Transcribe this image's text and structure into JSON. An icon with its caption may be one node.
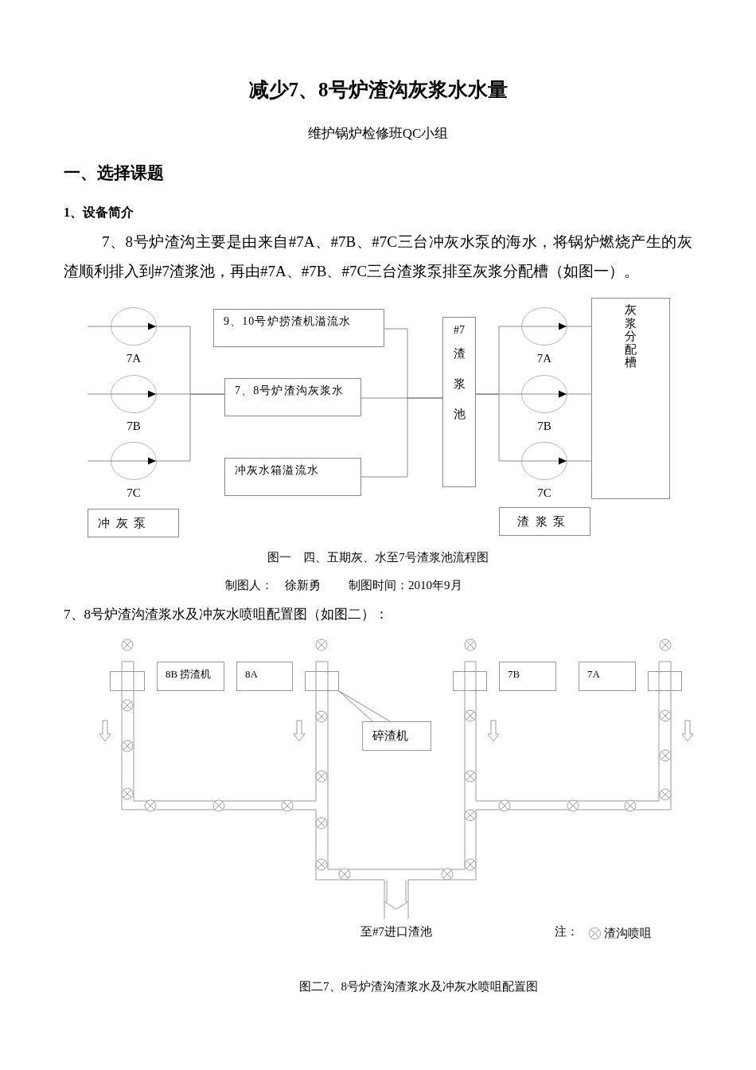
{
  "diagram": {
    "title": "减少7、8号炉渣沟灰浆水水量",
    "nodes": [
      {
        "text": [],
        "shape": "circle",
        "beside": [
          "7A"
        ]
      },
      {
        "text": [],
        "shape": "circle",
        "beside": [
          "7B"
        ]
      },
      {
        "text": [],
        "shape": "circle",
        "beside": [
          "7C"
        ]
      },
      {
        "text": [
          "冲灰泵"
        ]
      },
      {
        "text": [
          "9、10号炉捞渣机溢流水"
        ]
      },
      {
        "text": [
          "7、8号炉渣沟灰浆水"
        ]
      },
      {
        "text": [
          "冲灰水箱溢流水"
        ]
      },
      {
        "text": [
          "#7",
          "渣浆池"
        ]
      },
      {
        "text": [],
        "shape": "circle",
        "beside": [
          "7A"
        ]
      },
      {
        "text": [],
        "shape": "circle",
        "beside": [
          "7B"
        ]
      },
      {
        "text": [],
        "shape": "circle",
        "beside": [
          "7C"
        ]
      },
      {
        "text": [
          "渣浆泵"
        ]
      },
      {
        "text": [
          "灰浆分配槽"
        ]
      },
      {
        "text": [],
        "shape": "box"
      },
      {
        "text": [
          "8B 捞渣机"
        ]
      },
      {
        "text": [
          "8A"
        ]
      },
      {
        "text": [],
        "shape": "box"
      },
      {
        "text": [],
        "shape": "box"
      },
      {
        "text": [
          "7B"
        ]
      },
      {
        "text": [
          "7A"
        ]
      },
      {
        "text": [],
        "shape": "box"
      },
      {
        "text": [
          "碎渣机"
        ]
      }
    ],
    "edges": [
      {
        "from": null,
        "to": 0,
        "arrow": "none"
      },
      {
        "from": null,
        "to": 1,
        "arrow": "none"
      },
      {
        "from": null,
        "to": 2,
        "arrow": "none"
      },
      {
        "from": 0,
        "to": 5,
        "arrow": "none"
      },
      {
        "from": 1,
        "to": 5,
        "arrow": "none"
      },
      {
        "from": 2,
        "to": 5,
        "arrow": "none"
      },
      {
        "from": 4,
        "to": 7,
        "arrow": "none"
      },
      {
        "from": 5,
        "to": 7,
        "arrow": "none"
      },
      {
        "from": 6,
        "to": 7,
        "arrow": "none"
      },
      {
        "from": 7,
        "to": 8,
        "arrow": "none"
      },
      {
        "from": 7,
        "to": 9,
        "arrow": "none"
      },
      {
        "from": 7,
        "to": 10,
        "arrow": "none"
      },
      {
        "from": 8,
        "to": 12,
        "arrow": "none"
      },
      {
        "from": 9,
        "to": 12,
        "arrow": "none"
      },
      {
        "from": 10,
        "to": 12,
        "arrow": "none"
      },
      {
        "from": 21,
        "to": 16,
        "arrow": "none"
      }
    ],
    "labels": [
      "维护锅炉检修班QC小组",
      "一、选择课题",
      "1、设备简介",
      "7、8号炉渣沟主要是由来自#7A、#7B、#7C三台冲灰水泵的海水，将锅炉燃烧产生的灰渣顺利排入到#7渣浆池，再由#7A、#7B、#7C三台渣浆泵排至灰浆分配槽（如图一）。",
      "图一　四、五期灰、水至7号渣浆池流程图",
      "制图人：　徐新勇",
      "制图时间：2010年9月",
      "7、8号炉渣沟渣浆水及冲灰水喷咀配置图（如图二）：",
      "至#7进口渣池",
      "注：",
      "图二7、8号炉渣沟渣浆水及冲灰水喷咀配置图"
    ],
    "legend": [
      {
        "text": "渣沟喷咀"
      }
    ]
  }
}
